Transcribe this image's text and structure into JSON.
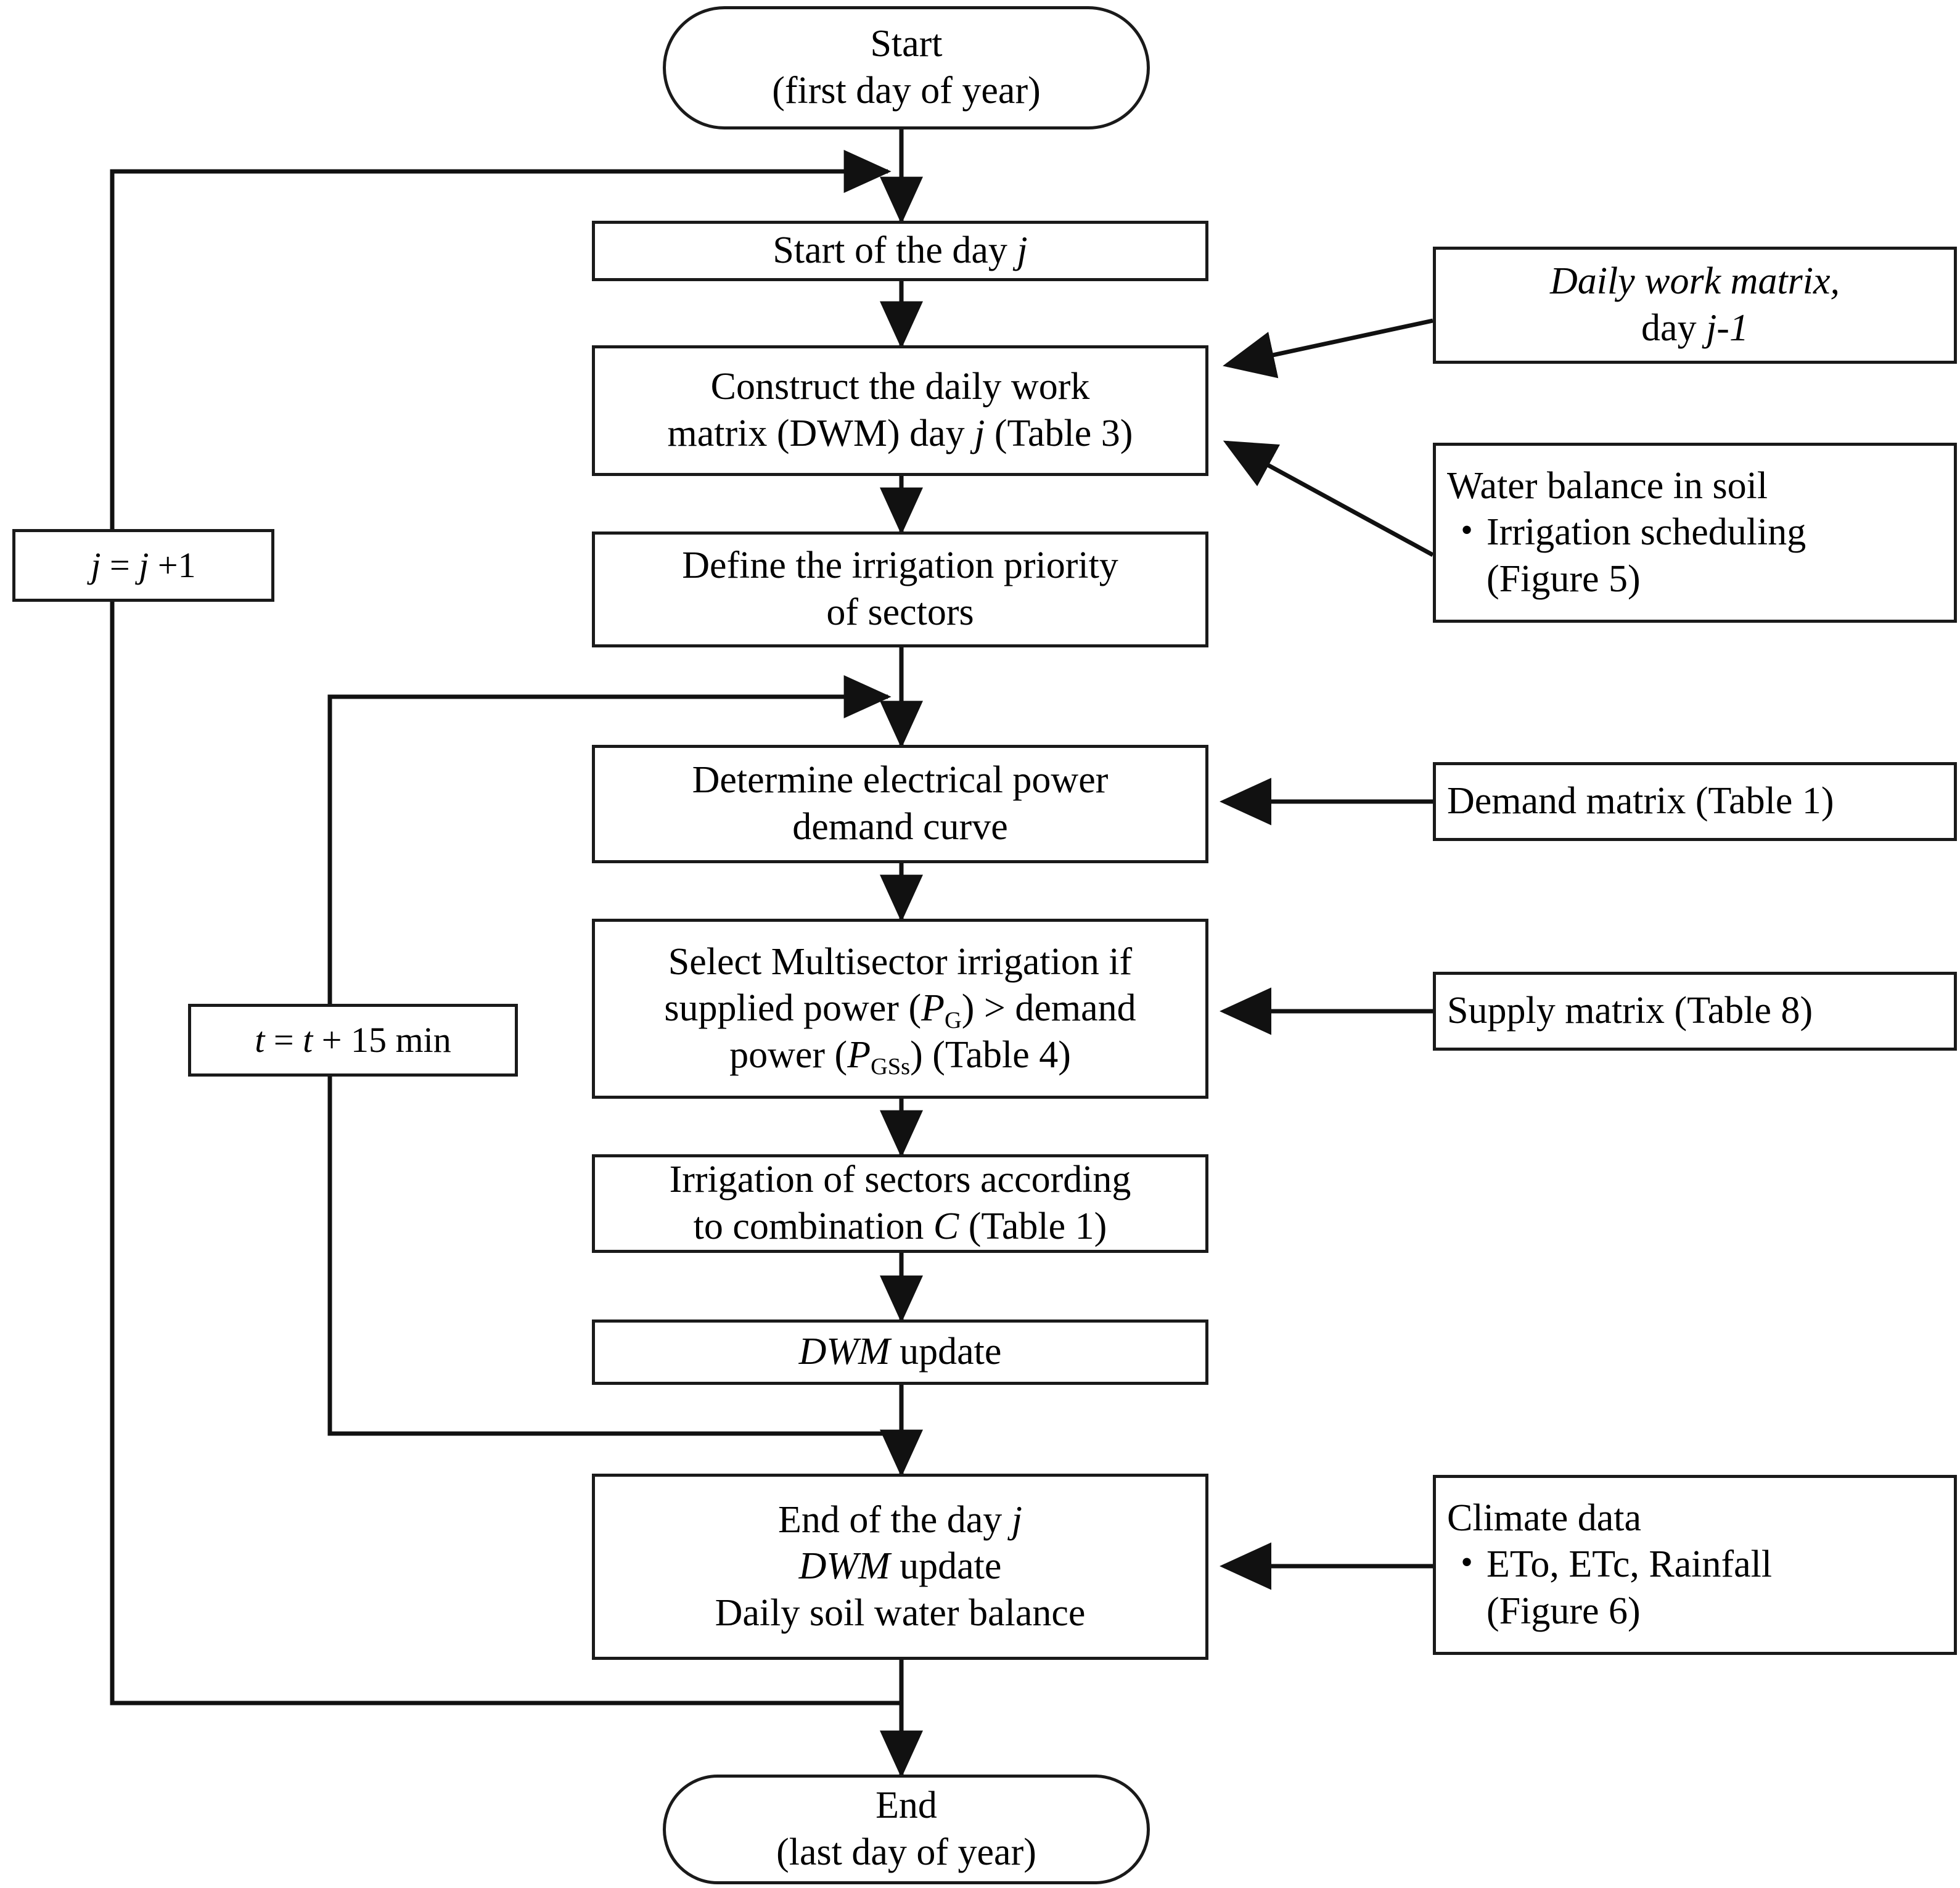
{
  "diagram": {
    "title": "Irrigation scheduling and multisector power management flowchart",
    "ink_color": "#1a1a1a",
    "background": "#ffffff"
  },
  "nodes": {
    "start": {
      "name": "start-terminal",
      "line1": "Start",
      "line2": "(first day of year)"
    },
    "start_of_day": {
      "name": "start-of-day",
      "line1_pre": "Start of the day ",
      "line1_var": "j"
    },
    "construct_dwm": {
      "name": "construct-dwm",
      "line1": "Construct the daily work",
      "line2_a": "matrix (DWM) day ",
      "line2_var": "j",
      "line2_b": " (Table 3)"
    },
    "define_priority": {
      "name": "define-irrigation-priority",
      "line1": "Define the irrigation priority",
      "line2": "of sectors"
    },
    "determine_power": {
      "name": "determine-power-demand-curve",
      "line1": "Determine electrical power",
      "line2": "demand curve"
    },
    "select_multisector": {
      "name": "select-multisector-irrigation",
      "line1": "Select Multisector irrigation if",
      "line2_a": "supplied power (",
      "line2_sym": "P",
      "line2_sub": "G",
      "line2_b": ") > demand",
      "line3_a": "power (",
      "line3_sym": "P",
      "line3_sub": "GSs",
      "line3_b": ") (Table 4)"
    },
    "irrigation_sectors": {
      "name": "irrigation-of-sectors",
      "line1": "Irrigation of sectors according",
      "line2_a": "to combination ",
      "line2_var": "C",
      "line2_b": " (Table 1)"
    },
    "dwm_update": {
      "name": "dwm-update",
      "line1_var": "DWM",
      "line1_b": " update"
    },
    "end_of_day": {
      "name": "end-of-day",
      "line1_pre": "End of the day ",
      "line1_var": "j",
      "line2_var": "DWM",
      "line2_b": " update",
      "line3": "Daily soil water balance"
    },
    "end": {
      "name": "end-terminal",
      "line1": "End",
      "line2": "(last day of year)"
    },
    "j_increment": {
      "name": "day-counter-increment",
      "text_a": "j",
      "text_b": " = ",
      "text_c": "j",
      "text_d": " +1"
    },
    "t_increment": {
      "name": "time-step-increment",
      "text_a": "t",
      "text_b": " = ",
      "text_c": "t",
      "text_d": " + 15 min"
    },
    "daily_work_matrix_prev": {
      "name": "daily-work-matrix-previous-day",
      "line1": "Daily work matrix,",
      "line2_pre": "day ",
      "line2_var": "j-1"
    },
    "water_balance": {
      "name": "water-balance-in-soil",
      "heading": "Water balance in soil",
      "bullet1_line1": "Irrigation scheduling",
      "bullet1_line2": "(Figure 5)",
      "bullet_glyph": "•"
    },
    "demand_matrix": {
      "name": "demand-matrix",
      "line1": "Demand matrix (Table 1)"
    },
    "supply_matrix": {
      "name": "supply-matrix",
      "line1": "Supply matrix (Table 8)"
    },
    "climate_data": {
      "name": "climate-data",
      "heading": "Climate data",
      "bullet1_line1": "ETo, ETc, Rainfall",
      "bullet1_line2": "(Figure 6)",
      "bullet_glyph": "•"
    }
  },
  "connectors": [
    {
      "name": "start-to-start-of-day",
      "type": "arrow-down"
    },
    {
      "name": "start-of-day-to-construct-dwm",
      "type": "arrow-down"
    },
    {
      "name": "construct-dwm-to-define-priority",
      "type": "arrow-down"
    },
    {
      "name": "define-priority-to-determine-power",
      "type": "arrow-down"
    },
    {
      "name": "determine-power-to-select-multisector",
      "type": "arrow-down"
    },
    {
      "name": "select-multisector-to-irrigation-sectors",
      "type": "arrow-down"
    },
    {
      "name": "irrigation-sectors-to-dwm-update",
      "type": "arrow-down"
    },
    {
      "name": "dwm-update-to-end-of-day",
      "type": "line-down"
    },
    {
      "name": "end-of-day-to-end",
      "type": "arrow-down"
    },
    {
      "name": "daily-work-matrix-to-construct-dwm",
      "type": "arrow-left-diagonal"
    },
    {
      "name": "water-balance-to-construct-dwm",
      "type": "arrow-left-diagonal"
    },
    {
      "name": "demand-matrix-to-determine-power",
      "type": "arrow-left"
    },
    {
      "name": "supply-matrix-to-select-multisector",
      "type": "arrow-left"
    },
    {
      "name": "climate-data-to-end-of-day",
      "type": "arrow-left"
    },
    {
      "name": "outer-loop-day-feedback",
      "type": "feedback-loop"
    },
    {
      "name": "inner-loop-timestep-feedback",
      "type": "feedback-loop"
    }
  ]
}
